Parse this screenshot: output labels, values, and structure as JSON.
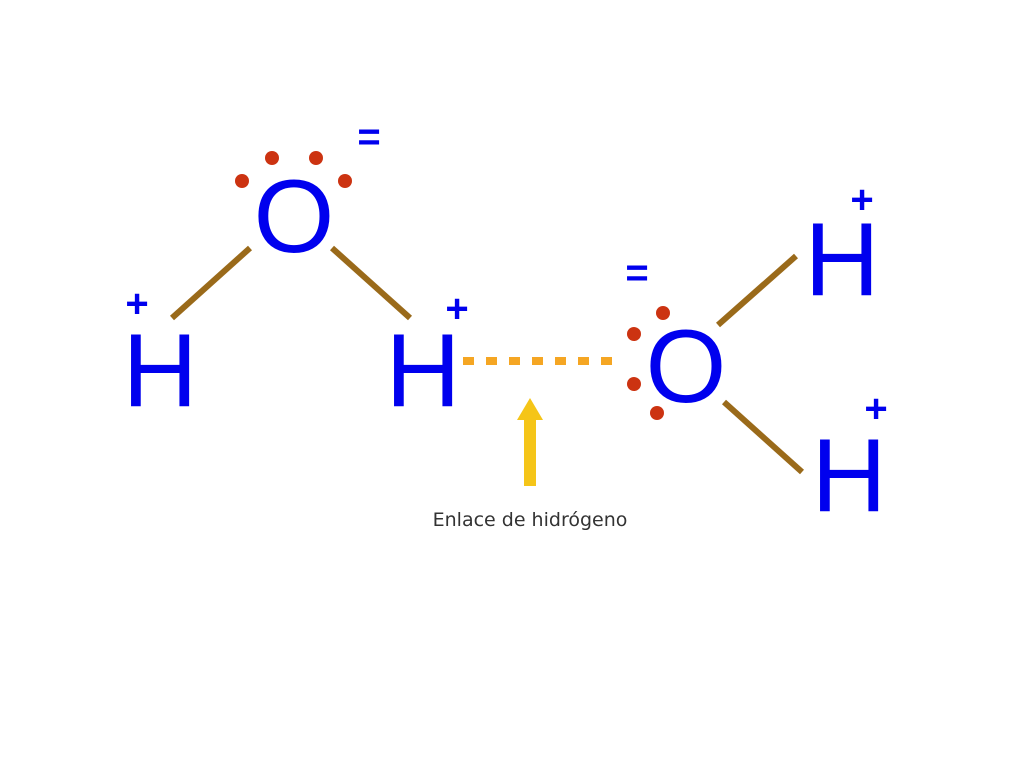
{
  "colors": {
    "atom": "#0000ee",
    "bond": "#9a6a1a",
    "lone_pair": "#cc3311",
    "hydrogen_bond": "#f5a623",
    "arrow": "#f5c518",
    "caption": "#333333"
  },
  "molecule_1": {
    "oxygen": {
      "symbol": "O",
      "charge": "="
    },
    "hydrogen_left": {
      "symbol": "H",
      "charge": "+"
    },
    "hydrogen_right": {
      "symbol": "H",
      "charge": "+"
    }
  },
  "molecule_2": {
    "oxygen": {
      "symbol": "O",
      "charge": "="
    },
    "hydrogen_top": {
      "symbol": "H",
      "charge": "+"
    },
    "hydrogen_bottom": {
      "symbol": "H",
      "charge": "+"
    }
  },
  "hydrogen_bond": {
    "caption": "Enlace de hidrógeno",
    "arrow_icon": "up-arrow-icon"
  }
}
